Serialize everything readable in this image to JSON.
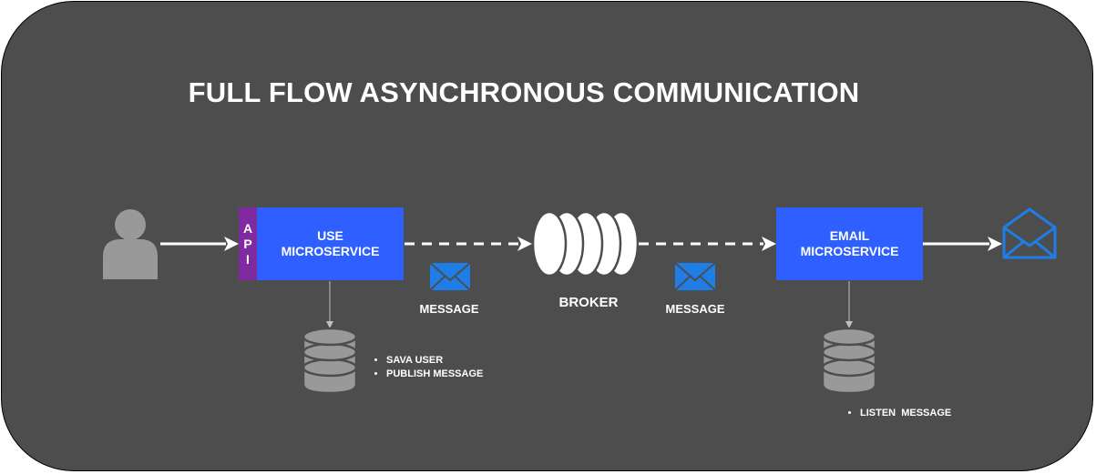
{
  "diagram": {
    "title": "FULL FLOW ASYNCHRONOUS COMMUNICATION",
    "api_letters": [
      "A",
      "P",
      "I"
    ],
    "use_service": {
      "line1": "USE",
      "line2": "MICROSERVICE"
    },
    "email_service": {
      "line1": "EMAIL",
      "line2": "MICROSERVICE"
    },
    "message_label_left": "MESSAGE",
    "message_label_right": "MESSAGE",
    "broker_label": "BROKER",
    "use_db_notes": [
      "SAVA USER",
      "PUBLISH MESSAGE"
    ],
    "email_db_notes": [
      "LISTEN  MESSAGE"
    ],
    "icons": {
      "user": "user-icon",
      "database": "database-icon",
      "envelope": "envelope-icon",
      "open_envelope": "open-envelope-icon",
      "broker_queue": "queue-icon"
    },
    "colors": {
      "background": "#4d4d4d",
      "service_box": "#2f5fff",
      "api_bar": "#7f2a9e",
      "icon_gray": "#999999",
      "envelope_blue": "#1e7ee6",
      "text": "#ffffff"
    }
  }
}
